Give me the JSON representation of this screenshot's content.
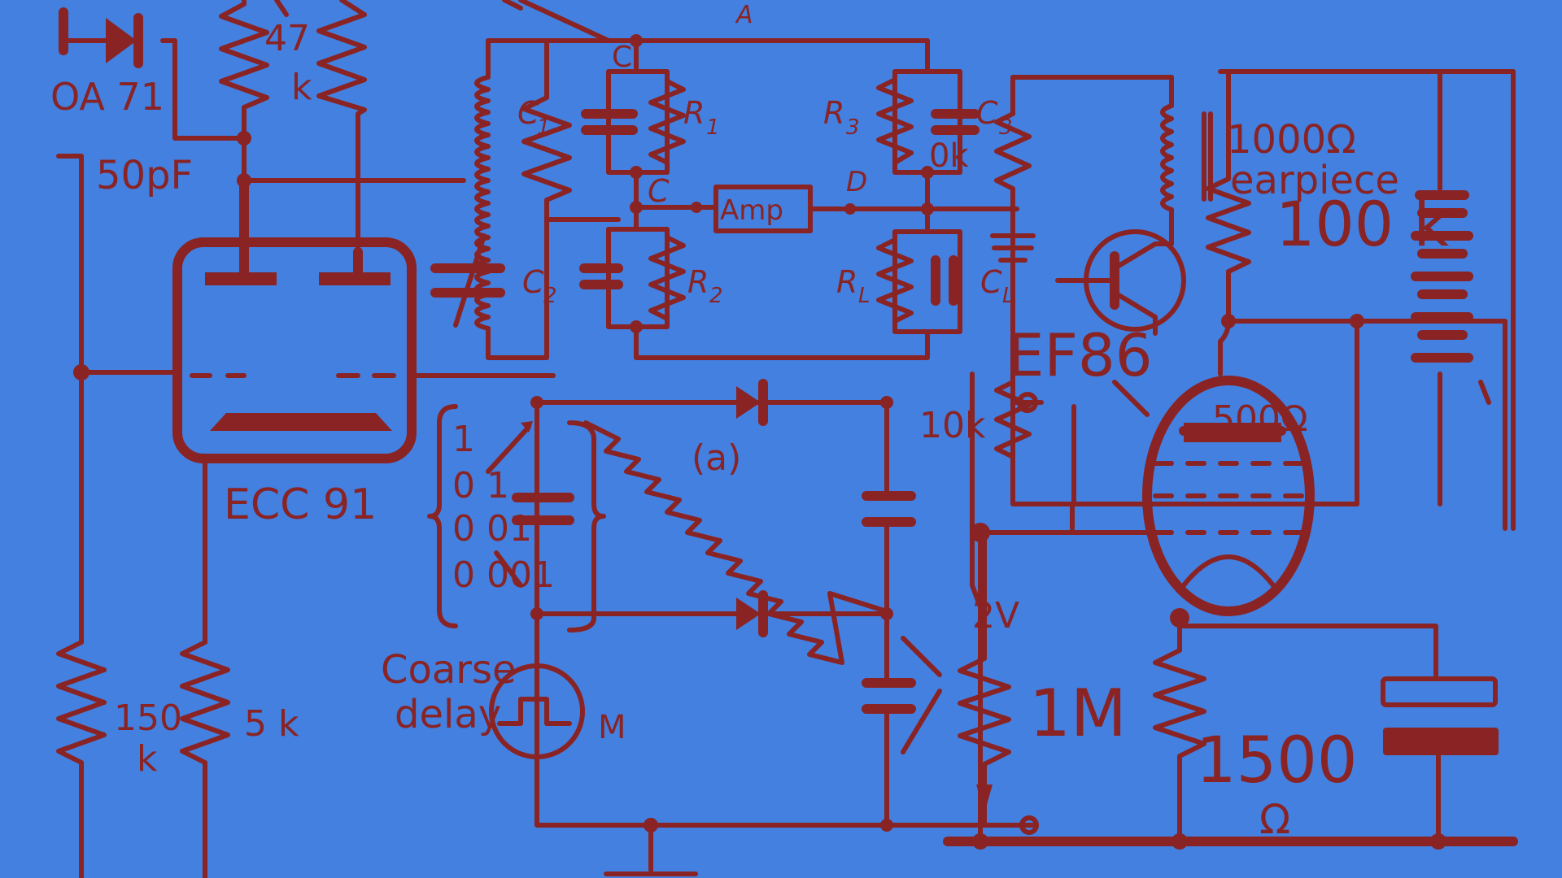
{
  "labels": {
    "oa71": "OA 71",
    "r47": "47",
    "r47k": "k",
    "c50pf": "50pF",
    "ecc91": "ECC 91",
    "r150": "150",
    "r150k": "k",
    "r5k": "5 k",
    "node_a": "A",
    "c_top": "C",
    "c1": "C",
    "c1_sub": "1",
    "r1": "R",
    "r1_sub": "1",
    "r3": "R",
    "r3_sub": "3",
    "c3": "C",
    "c3_sub": "3",
    "ten_k_top": "0k",
    "node_c": "C",
    "amp": "Amp",
    "node_d": "D",
    "c2": "C",
    "c2_sub": "2",
    "r2": "R",
    "r2_sub": "2",
    "rl": "R",
    "rl_sub": "L",
    "cl": "C",
    "cl_sub": "L",
    "ef86": "EF86",
    "earpiece_ohms": "1000Ω",
    "earpiece": "earpiece",
    "r100k": "100 k",
    "r500": "500Ω",
    "ten_k": "10k",
    "fig_a": "(a)",
    "cap_values": [
      "1",
      "0 1",
      "0 01",
      "0 001"
    ],
    "coarse": "Coarse",
    "delay": "delay",
    "m": "M",
    "two_v": "2V",
    "one_m": "1M",
    "r1500": "1500",
    "ohm": "Ω"
  },
  "colors": {
    "background": "#4380e0",
    "ink": "#8a2323"
  }
}
